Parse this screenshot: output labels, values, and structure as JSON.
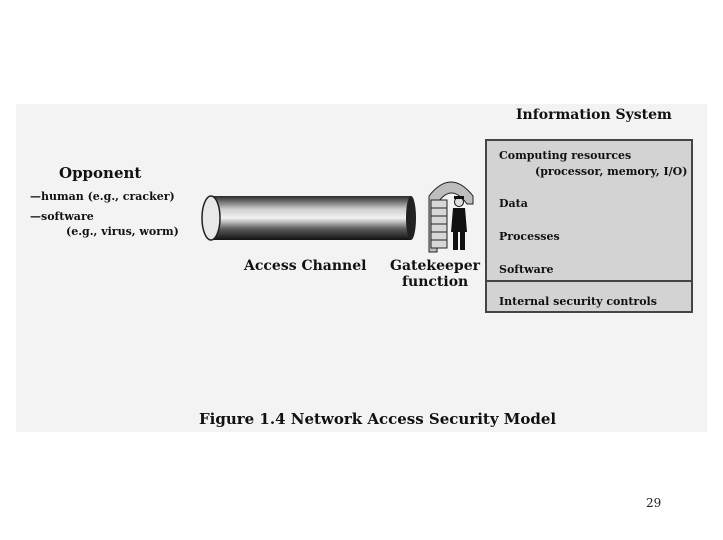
{
  "opponent": {
    "title": "Opponent",
    "line1": "—human (e.g., cracker)",
    "line2": "—software",
    "line3": "(e.g., virus, worm)"
  },
  "access_channel": {
    "label": "Access Channel"
  },
  "gatekeeper": {
    "line1": "Gatekeeper",
    "line2": "function"
  },
  "information_system": {
    "title": "Information System",
    "computing_resources": "Computing resources",
    "computing_detail": "(processor, memory, I/O)",
    "data": "Data",
    "processes": "Processes",
    "software": "Software",
    "internal_controls": "Internal security controls"
  },
  "caption": "Figure 1.4 Network Access Security Model",
  "page_number": "29"
}
